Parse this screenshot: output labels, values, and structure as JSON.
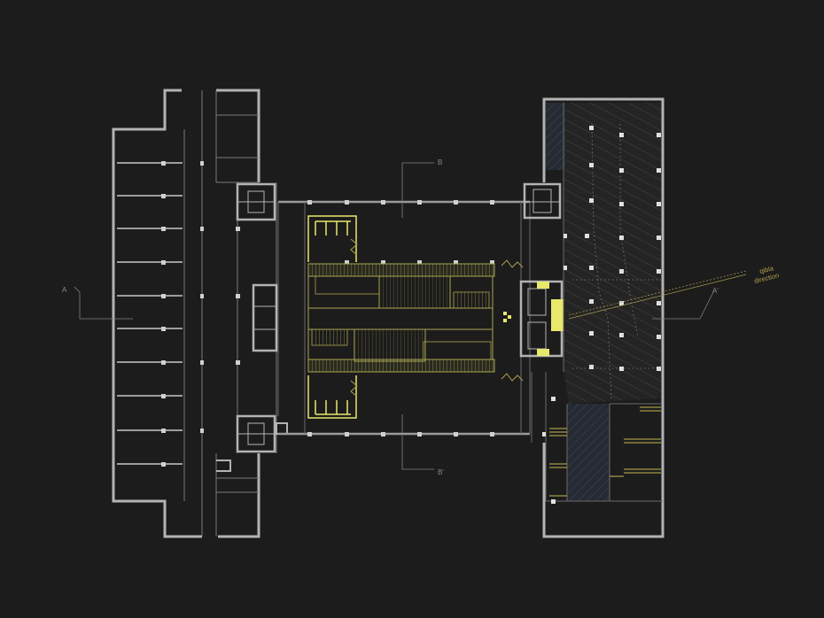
{
  "drawing": {
    "section_marks": {
      "a": "A",
      "a_prime": "A'",
      "b": "B",
      "b_prime": "B'"
    },
    "qibla_label": {
      "line1": "qibla",
      "line2": "direction"
    },
    "colors": {
      "background": "#1c1c1c",
      "wall": "#b3b3b3",
      "thin_line": "#6a6a6a",
      "accent_yellow": "#e8e86a",
      "stair_yellow": "#a8a650",
      "prayer_hatch": "#3a3a3a",
      "blue_hatch": "#2c3445"
    }
  }
}
